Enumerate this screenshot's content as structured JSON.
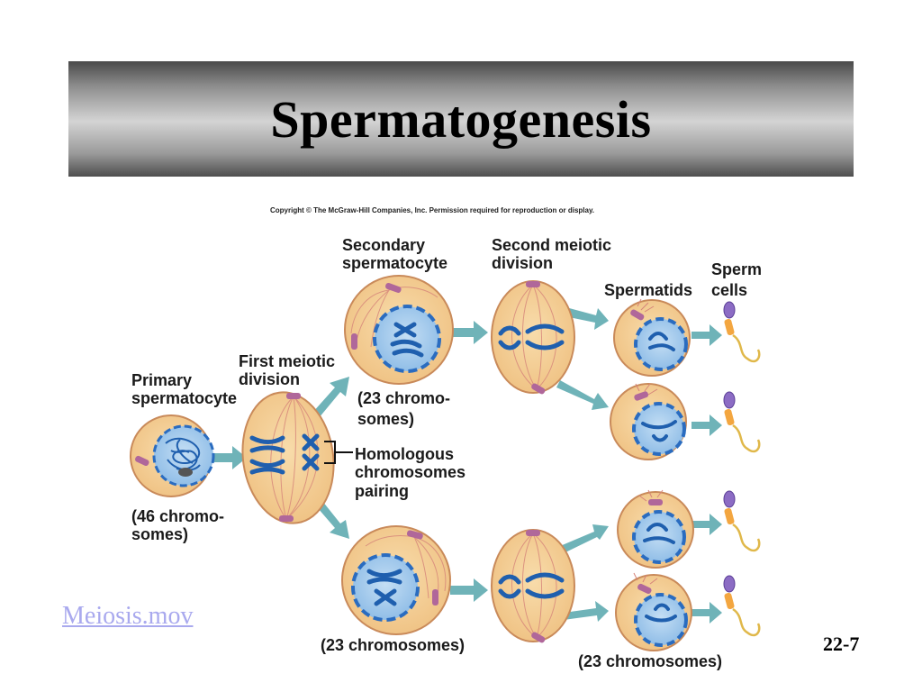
{
  "slide": {
    "title": "Spermatogenesis",
    "copyright": "Copyright © The McGraw-Hill Companies, Inc. Permission required for reproduction or display.",
    "link_text": "Meiosis.mov",
    "page_number": "22-7"
  },
  "labels": {
    "primary_1": "Primary",
    "primary_2": "spermatocyte",
    "primary_count_1": "(46 chromo-",
    "primary_count_2": "somes)",
    "first_div_1": "First meiotic",
    "first_div_2": "division",
    "secondary_1": "Secondary",
    "secondary_2": "spermatocyte",
    "secondary_count_1": "(23 chromo-",
    "secondary_count_2": "somes)",
    "homologous_1": "Homologous",
    "homologous_2": "chromosomes",
    "homologous_3": "pairing",
    "second_div_1": "Second meiotic",
    "second_div_2": "division",
    "spermatids": "Spermatids",
    "sperm_1": "Sperm",
    "sperm_2": "cells",
    "bottom_count_left": "(23 chromosomes)",
    "bottom_count_right": "(23 chromosomes)"
  },
  "colors": {
    "cell_fill": "#f3cf95",
    "cell_edge": "#c98a5a",
    "nucleus": "#9ec7ec",
    "chromosome": "#1f5fae",
    "arrow": "#6fb3b8",
    "centriole": "#b0679a",
    "sperm_head": "#8c6cc4",
    "sperm_mid": "#f3a640",
    "sperm_tail": "#e0b84a"
  }
}
